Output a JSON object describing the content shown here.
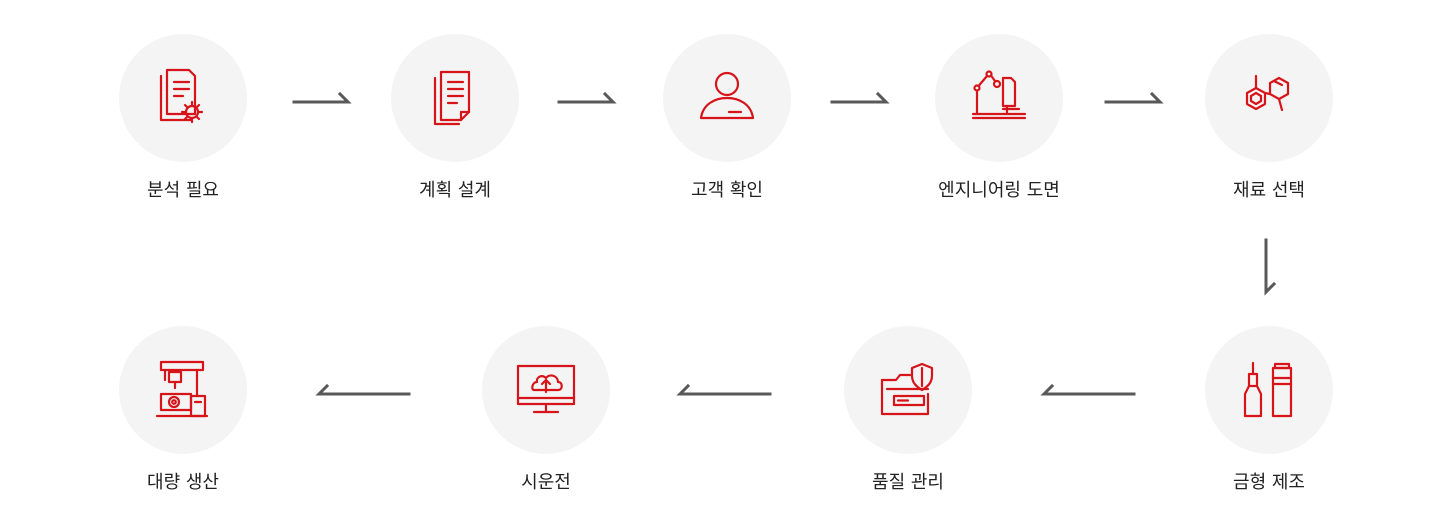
{
  "steps": [
    {
      "label": "분석 필요",
      "icon": "document-gear-icon"
    },
    {
      "label": "계획 설계",
      "icon": "documents-icon"
    },
    {
      "label": "고객 확인",
      "icon": "user-icon"
    },
    {
      "label": "엔지니어링 도면",
      "icon": "drafting-lamp-icon"
    },
    {
      "label": "재료 선택",
      "icon": "molecule-icon"
    },
    {
      "label": "금형 제조",
      "icon": "cosmetic-bottles-icon"
    },
    {
      "label": "품질 관리",
      "icon": "folder-shield-icon"
    },
    {
      "label": "시운전",
      "icon": "monitor-cloud-upload-icon"
    },
    {
      "label": "대량 생산",
      "icon": "production-machine-icon"
    }
  ],
  "colors": {
    "icon": "#d7141a",
    "circle": "#f4f4f4",
    "arrow": "#595959",
    "text": "#222222"
  }
}
